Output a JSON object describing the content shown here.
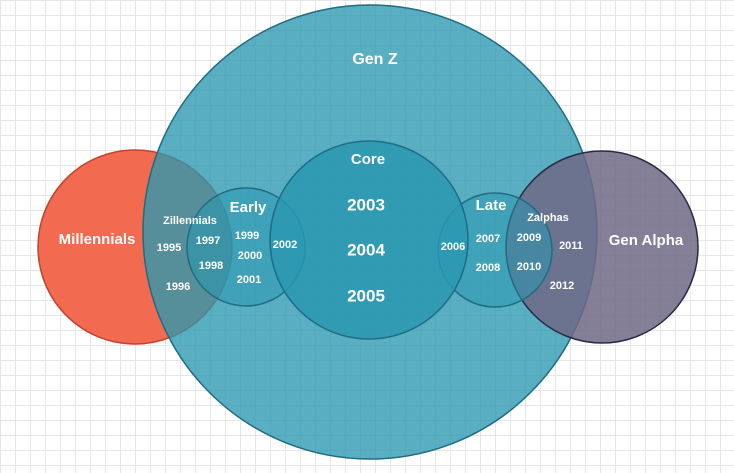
{
  "colors": {
    "millennials": "#f26a4f",
    "gen_z": "#2a98b0",
    "gen_alpha": "#6e6885",
    "circle_stroke_dark": "#1f6c83",
    "alpha_stroke": "#2a2a45"
  },
  "sets": {
    "gen_z": "Gen Z",
    "millennials": "Millennials",
    "gen_alpha": "Gen Alpha",
    "core": "Core",
    "early": "Early",
    "late": "Late",
    "zillennials": "Zillennials",
    "zalphas": "Zalphas"
  },
  "years": {
    "y1995": "1995",
    "y1996": "1996",
    "y1997": "1997",
    "y1998": "1998",
    "y1999": "1999",
    "y2000": "2000",
    "y2001": "2001",
    "y2002": "2002",
    "y2003": "2003",
    "y2004": "2004",
    "y2005": "2005",
    "y2006": "2006",
    "y2007": "2007",
    "y2008": "2008",
    "y2009": "2009",
    "y2010": "2010",
    "y2011": "2011",
    "y2012": "2012"
  }
}
